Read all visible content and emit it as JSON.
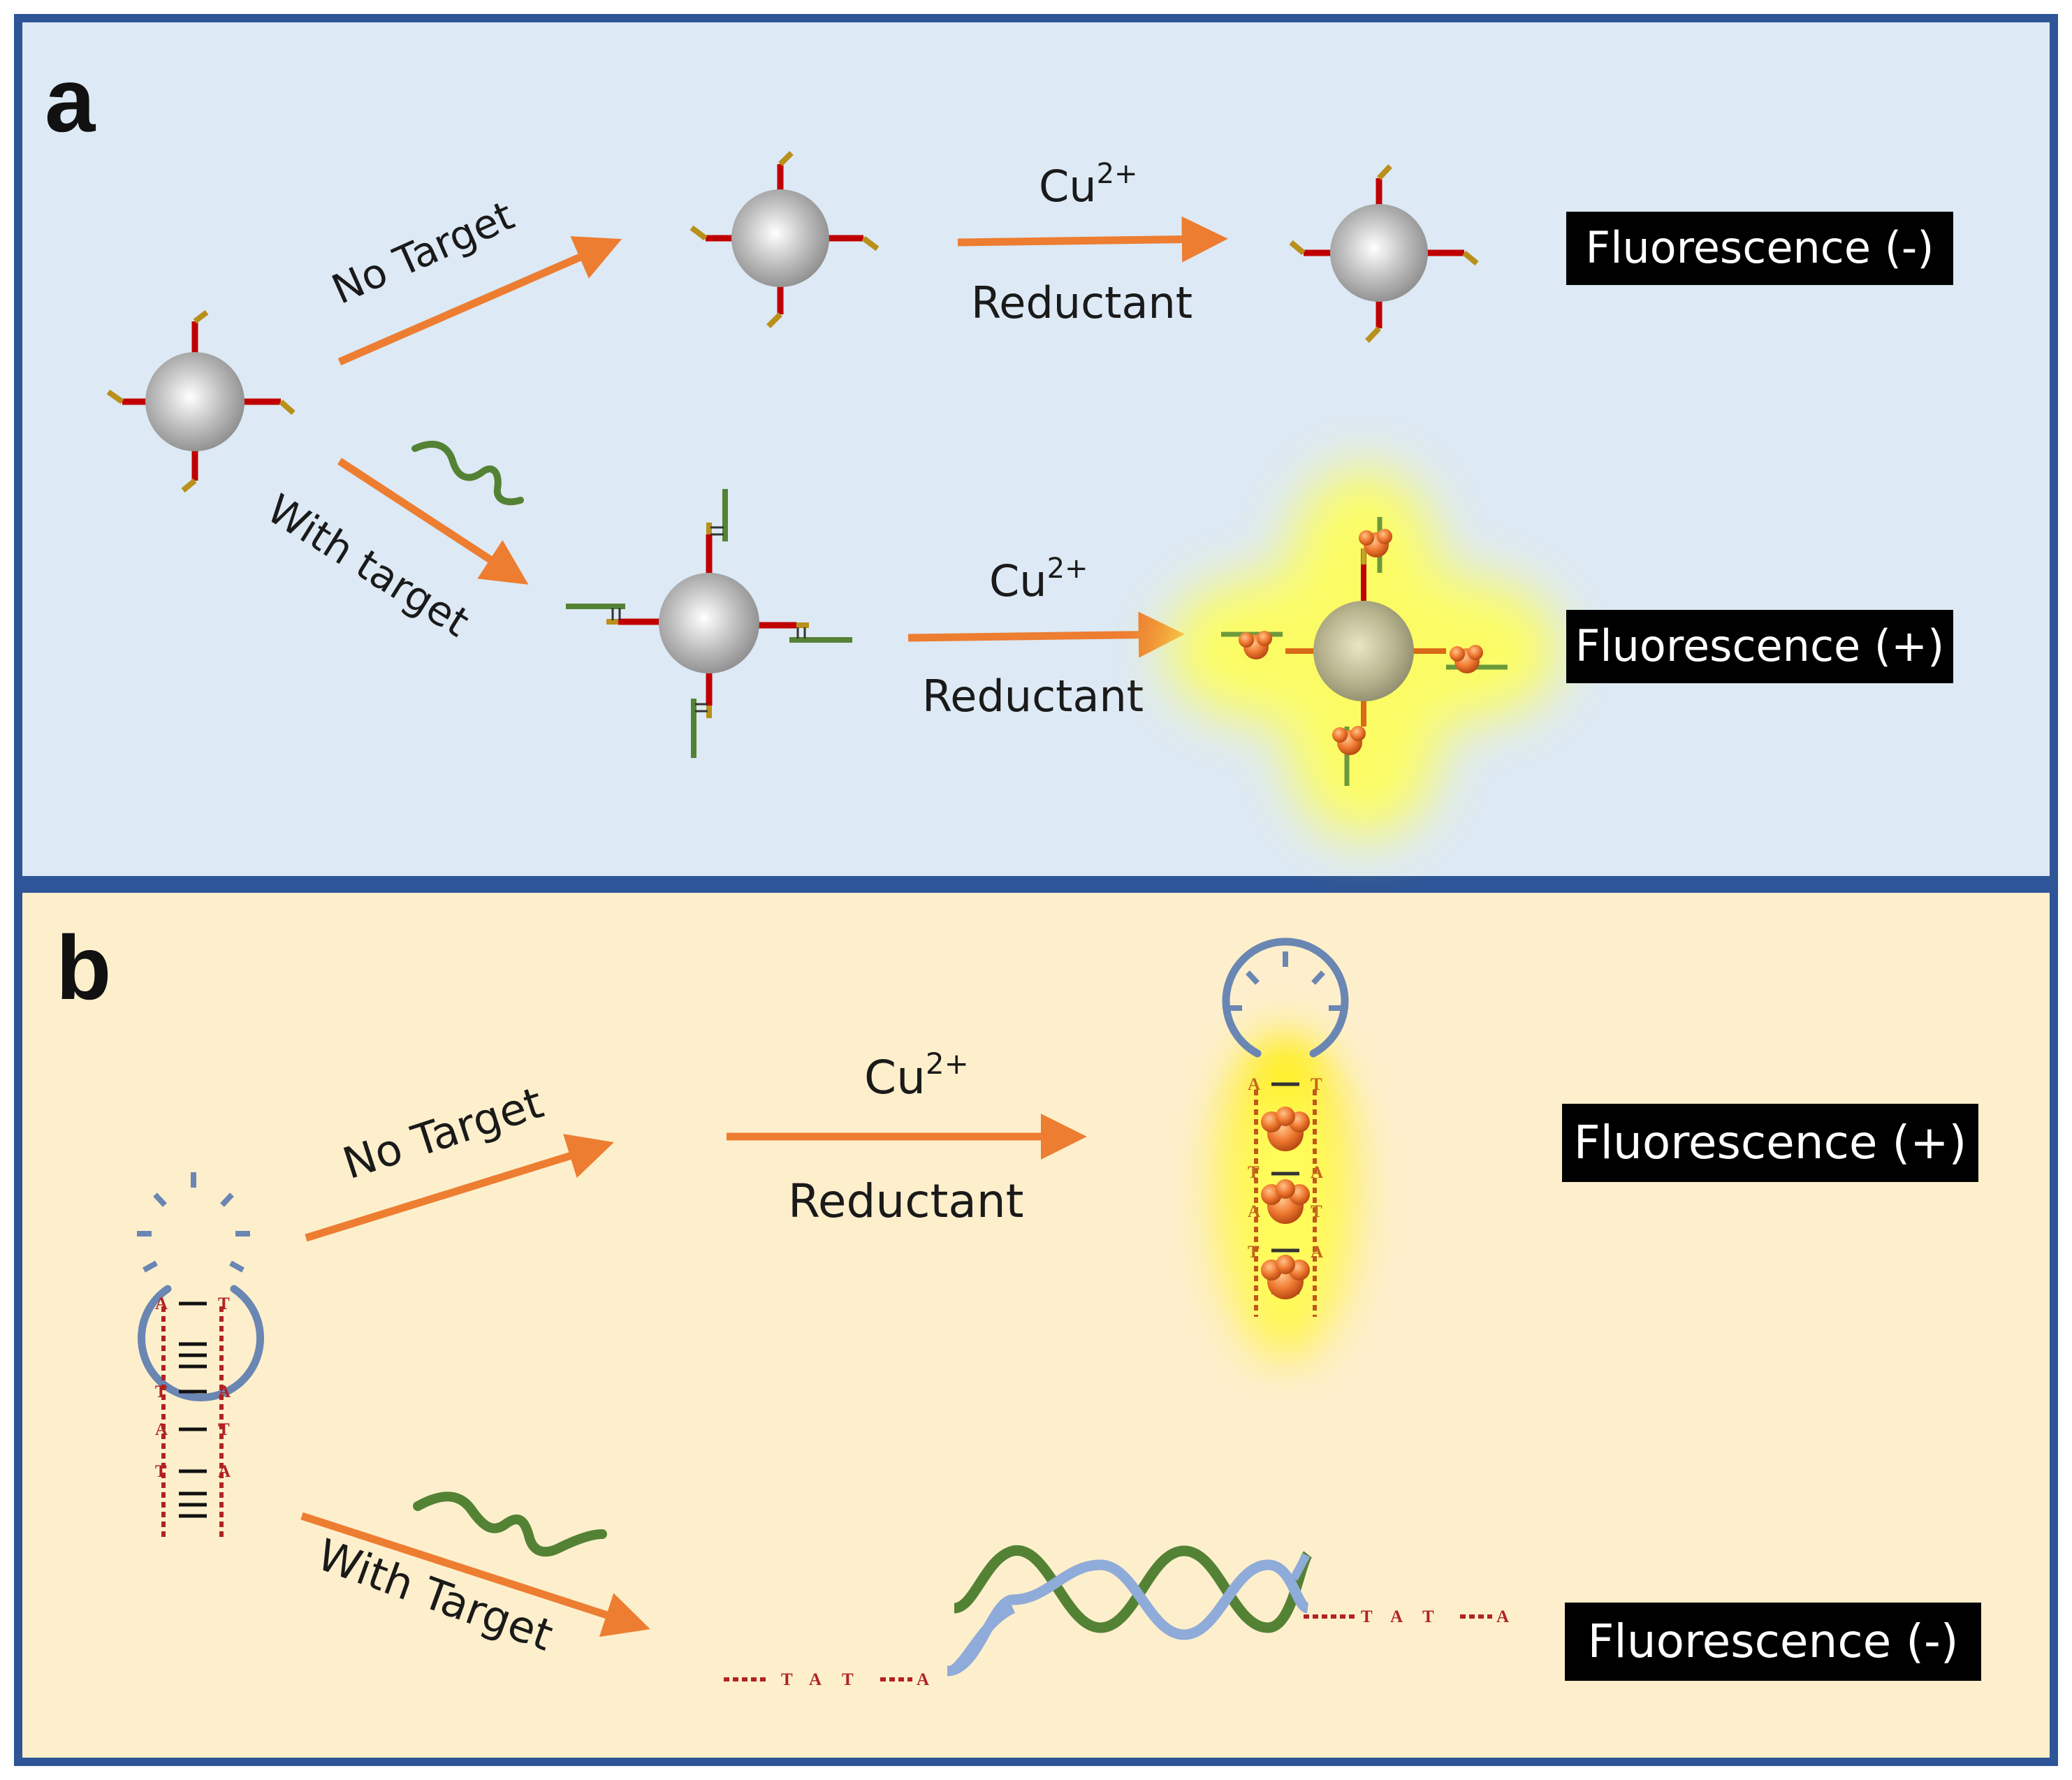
{
  "panel_a": {
    "letter": "a",
    "no_target_label": "No Target",
    "with_target_label": "With target",
    "top_reaction": {
      "cu": "Cu",
      "charge": "2+",
      "reductant": "Reductant"
    },
    "bottom_reaction": {
      "cu": "Cu",
      "charge": "2+",
      "reductant": "Reductant"
    },
    "fluorescence_top": "Fluorescence (-)",
    "fluorescence_bottom": "Fluorescence (+)"
  },
  "panel_b": {
    "letter": "b",
    "no_target_label": "No Target",
    "with_target_label": "With Target",
    "reaction": {
      "cu": "Cu",
      "charge": "2+",
      "reductant": "Reductant"
    },
    "fluorescence_top": "Fluorescence (+)",
    "fluorescence_bottom": "Fluorescence (-)",
    "hairpin_bases": [
      [
        "A",
        "T"
      ],
      [
        "T",
        "A"
      ],
      [
        "A",
        "T"
      ],
      [
        "T",
        "A"
      ]
    ],
    "product_bases": [
      [
        "A",
        "T"
      ],
      [
        "T",
        "A"
      ],
      [
        "A",
        "T"
      ],
      [
        "T",
        "A"
      ]
    ],
    "left_tail_bases": [
      "T",
      "A",
      "T",
      "A"
    ],
    "right_tail_bases": [
      "T",
      "A",
      "T",
      "A"
    ]
  },
  "colors": {
    "frame": "#2e5597",
    "panel_a_bg": "#dde9f4",
    "panel_b_bg": "#fdefcc",
    "arrow": "#ed7d31",
    "linker_red": "#c00000",
    "probe_tip": "#b8901a",
    "target_green": "#548235",
    "loop_blue": "#6a86b3",
    "helix_blue": "#8fabd9",
    "base_red": "#b22222",
    "glow": "#ffff00"
  }
}
